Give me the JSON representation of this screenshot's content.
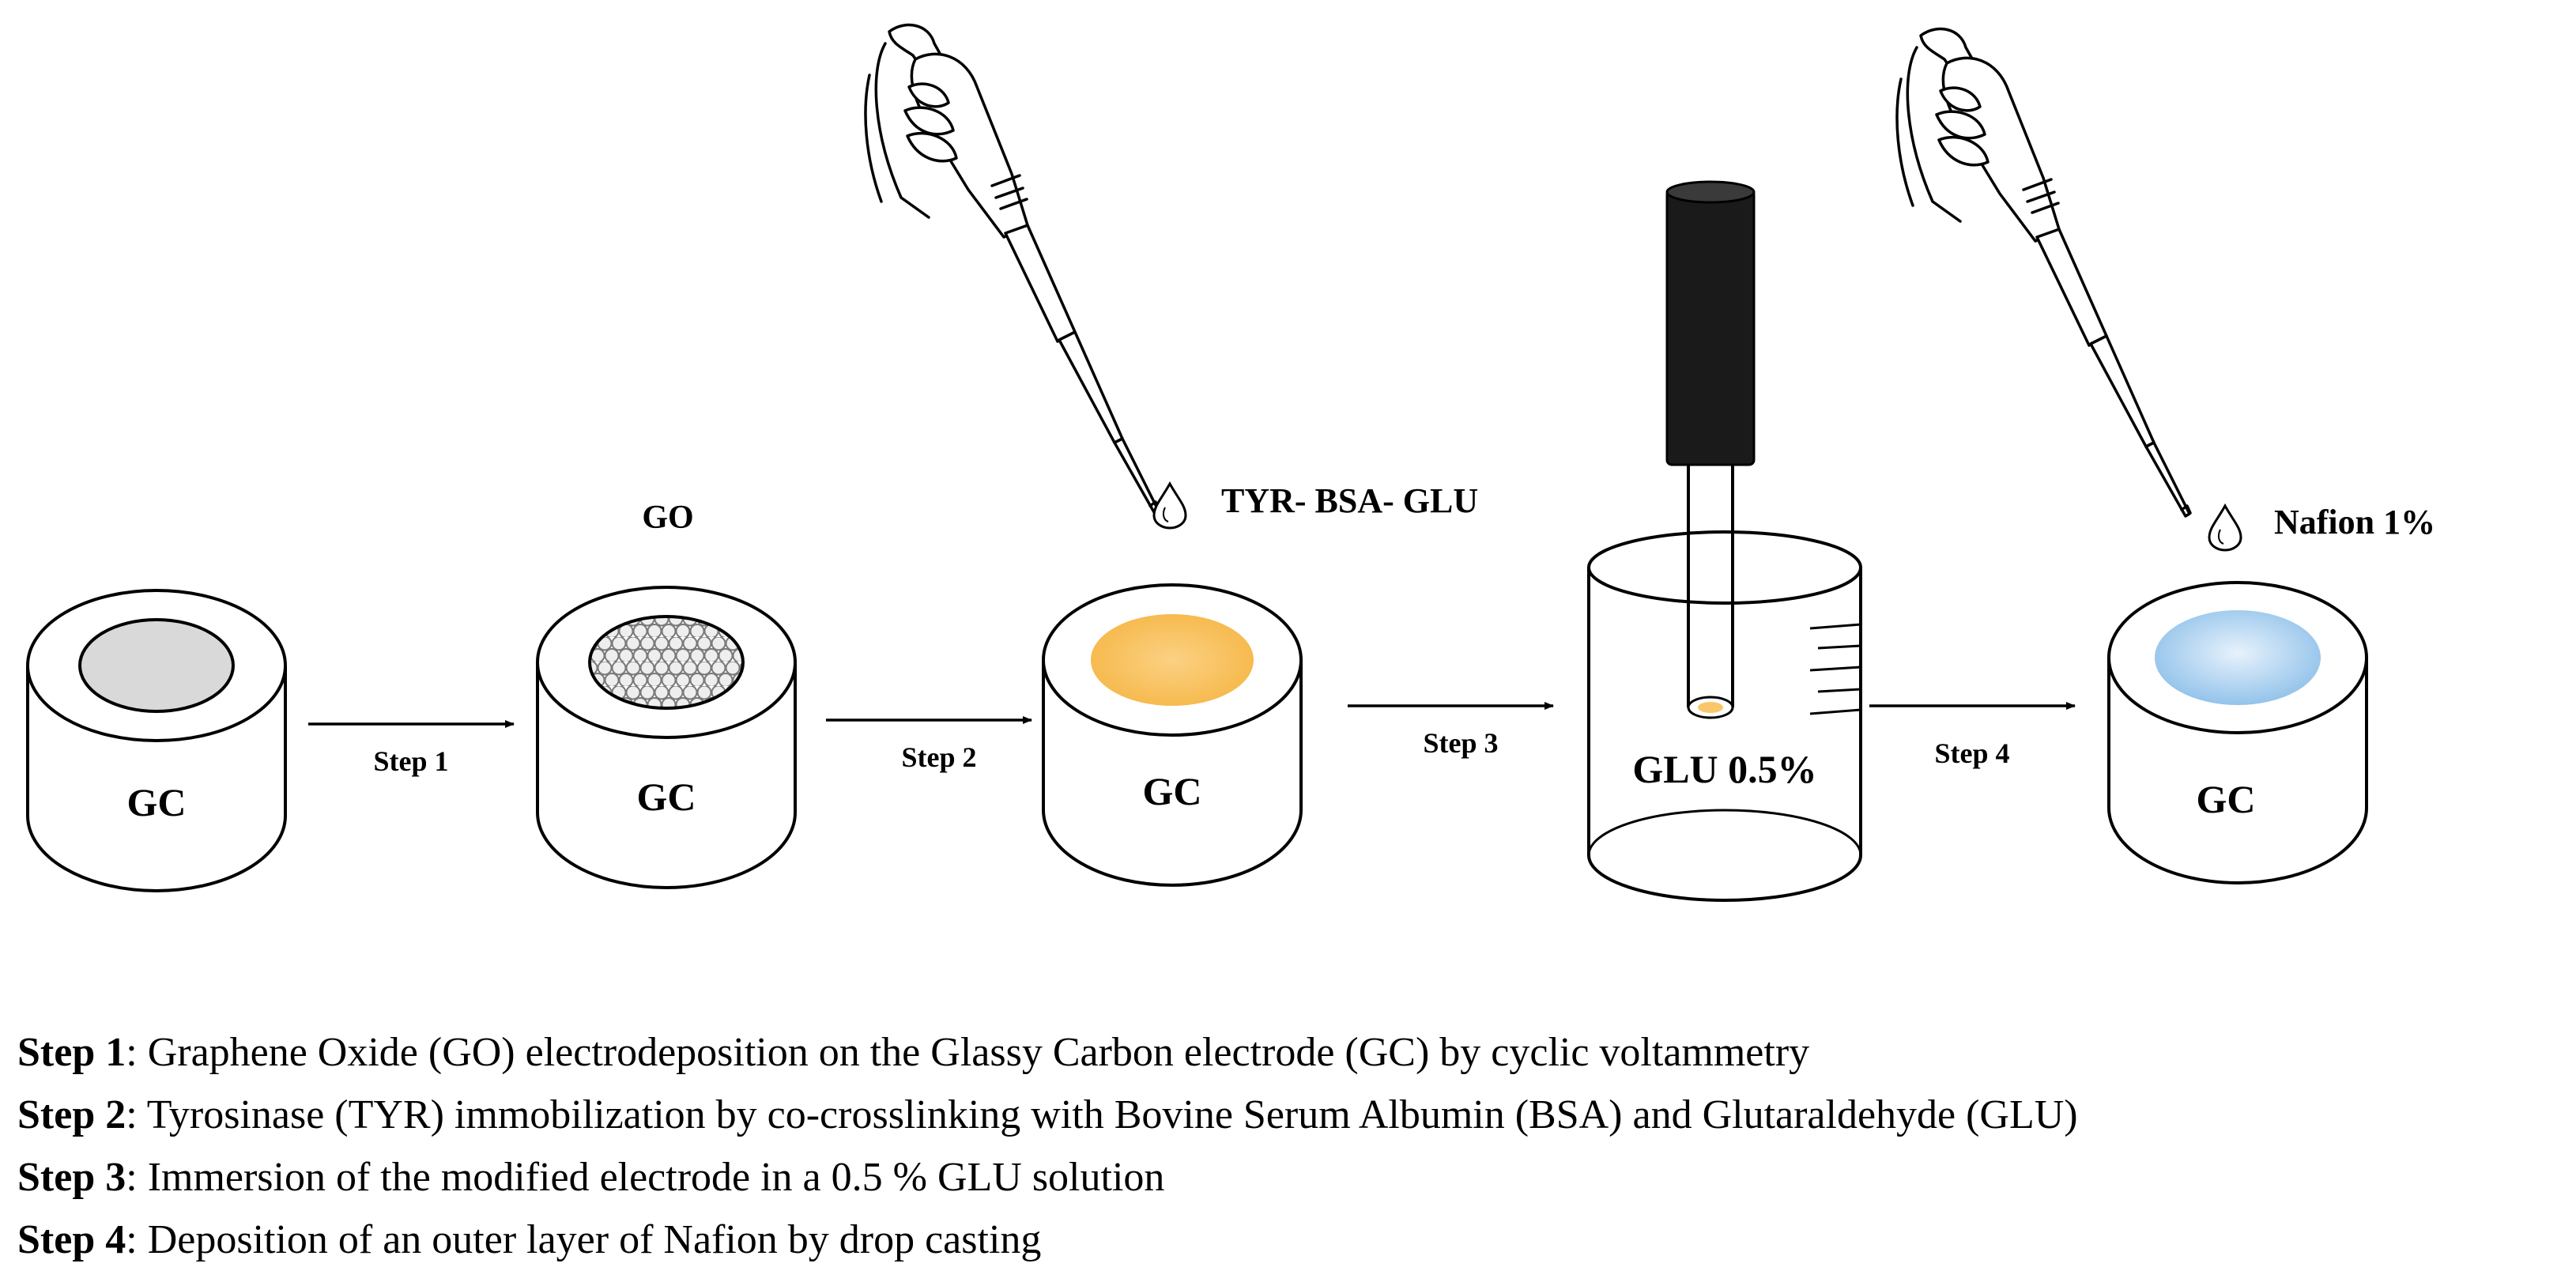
{
  "diagram": {
    "electrode_label": "GC",
    "go_label": "GO",
    "tyr_label": "TYR- BSA- GLU",
    "glu_label": "GLU 0.5%",
    "nafion_label": "Nafion 1%",
    "arrows": [
      "Step 1",
      "Step 2",
      "Step 3",
      "Step 4"
    ],
    "colors": {
      "bare_surface": "#d9d9d9",
      "enzyme_layer": "#f9c66a",
      "nafion_layer": "#9fcaf0",
      "holder": "#1a1a1a"
    }
  },
  "legend": [
    {
      "step": "Step 1",
      "text": ": Graphene  Oxide (GO) electrodeposition on the Glassy Carbon electrode (GC) by cyclic voltammetry"
    },
    {
      "step": "Step 2",
      "text": ": Tyrosinase (TYR) immobilization by co-crosslinking with Bovine Serum Albumin (BSA) and Glutaraldehyde (GLU)"
    },
    {
      "step": "Step 3",
      "text": ": Immersion of the modified electrode in a 0.5 % GLU solution"
    },
    {
      "step": "Step 4",
      "text": ": Deposition of an outer layer of Nafion by drop casting"
    }
  ]
}
